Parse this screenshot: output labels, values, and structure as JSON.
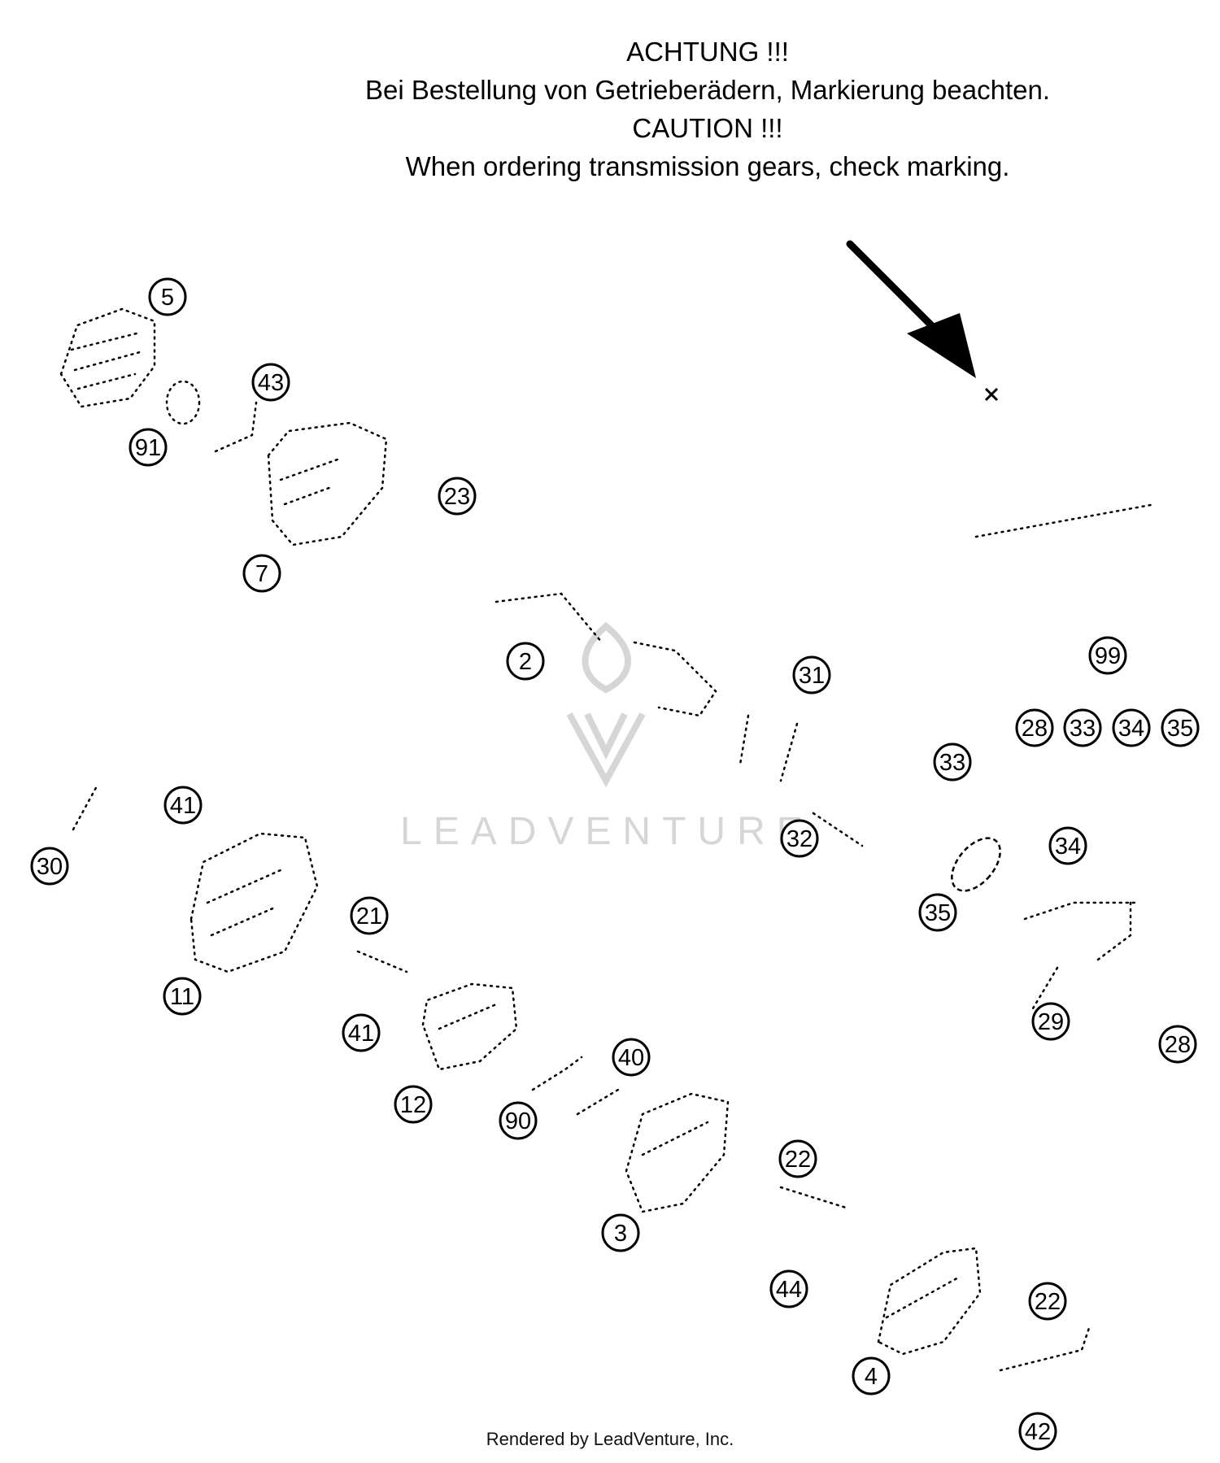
{
  "notice": {
    "line1": "ACHTUNG !!!",
    "line2": "Bei Bestellung von Getrieberädern, Markierung beachten.",
    "line3": "CAUTION !!!",
    "line4": "When ordering transmission gears, check marking."
  },
  "callouts": [
    "5",
    "43",
    "91",
    "23",
    "7",
    "2",
    "31",
    "99",
    "28",
    "33",
    "34",
    "35",
    "33",
    "41",
    "30",
    "32",
    "34",
    "21",
    "35",
    "11",
    "41",
    "29",
    "28",
    "40",
    "12",
    "90",
    "22",
    "3",
    "44",
    "22",
    "4",
    "42"
  ],
  "watermark": {
    "text": "LEADVENTURE"
  },
  "footer": {
    "text": "Rendered by LeadVenture, Inc."
  },
  "colors": {
    "ink": "#000000",
    "watermark": "#d6d6d6"
  }
}
